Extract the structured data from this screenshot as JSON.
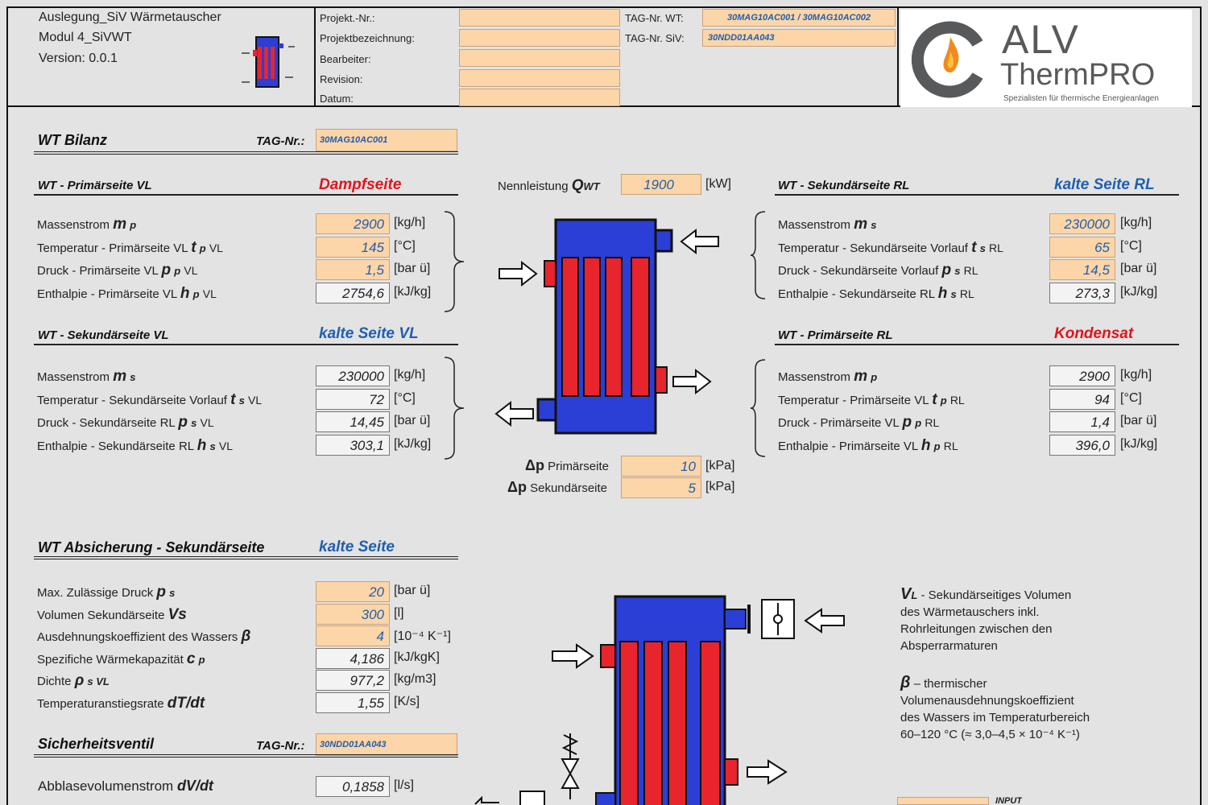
{
  "header": {
    "title_lines": [
      "Auslegung_SiV Wärmetauscher",
      "Modul 4_SiVWT",
      "Version: 0.0.1"
    ],
    "project_labels": [
      "Projekt.-Nr.:",
      "Projektbezeichnung:",
      "Bearbeiter:",
      "Revision:",
      "Datum:"
    ],
    "project_values": [
      "",
      "",
      "",
      "",
      ""
    ],
    "tag_wt_label": "TAG-Nr. WT:",
    "tag_wt_value": "30MAG10AC001 / 30MAG10AC002",
    "tag_siv_label": "TAG-Nr. SiV:",
    "tag_siv_value": "30NDD01AA043",
    "logo_line1": "ALV",
    "logo_line2": "ThermPRO",
    "logo_tagline": "Spezialisten für thermische Energieanlagen"
  },
  "wt_bilanz": {
    "title": "WT Bilanz",
    "tag_label": "TAG-Nr.:",
    "tag_value": "30MAG10AC001",
    "nennleistung": {
      "label": "Nennleistung",
      "symbol": "Q",
      "sub": "WT",
      "value": "1900",
      "unit": "[kW]"
    },
    "dp_primaer": {
      "symbol": "Δp",
      "label": "Primärseite",
      "value": "10",
      "unit": "[kPa]"
    },
    "dp_sekundaer": {
      "symbol": "Δp",
      "label": "Sekundärseite",
      "value": "5",
      "unit": "[kPa]"
    },
    "primaer_vl": {
      "title": "WT - Primärseite VL",
      "side": "Dampfseite",
      "rows": [
        {
          "label": "Massenstrom",
          "symbol": "m",
          "sub": "p",
          "value": "2900",
          "unit": "[kg/h]",
          "kind": "in"
        },
        {
          "label": "Temperatur - Primärseite VL",
          "symbol": "t",
          "sub": "p",
          "sub2": "VL",
          "value": "145",
          "unit": "[°C]",
          "kind": "in"
        },
        {
          "label": "Druck - Primärseite VL",
          "symbol": "p",
          "sub": "p",
          "sub2": "VL",
          "value": "1,5",
          "unit": "[bar ü]",
          "kind": "in"
        },
        {
          "label": "Enthalpie - Primärseite VL",
          "symbol": "h",
          "sub": "p",
          "sub2": "VL",
          "value": "2754,6",
          "unit": "[kJ/kg]",
          "kind": "out"
        }
      ]
    },
    "sekundaer_vl": {
      "title": "WT - Sekundärseite VL",
      "side": "kalte Seite VL",
      "rows": [
        {
          "label": "Massenstrom",
          "symbol": "m",
          "sub": "s",
          "value": "230000",
          "unit": "[kg/h]",
          "kind": "out"
        },
        {
          "label": "Temperatur - Sekundärseite Vorlauf",
          "symbol": "t",
          "sub": "s",
          "sub2": "VL",
          "value": "72",
          "unit": "[°C]",
          "kind": "out"
        },
        {
          "label": "Druck - Sekundärseite RL",
          "symbol": "p",
          "sub": "s",
          "sub2": "VL",
          "value": "14,45",
          "unit": "[bar ü]",
          "kind": "out"
        },
        {
          "label": "Enthalpie - Sekundärseite RL",
          "symbol": "h",
          "sub": "s",
          "sub2": "VL",
          "value": "303,1",
          "unit": "[kJ/kg]",
          "kind": "out"
        }
      ]
    },
    "sekundaer_rl": {
      "title": "WT -  Sekundärseite RL",
      "side": "kalte Seite RL",
      "rows": [
        {
          "label": "Massenstrom",
          "symbol": "m",
          "sub": "s",
          "value": "230000",
          "unit": "[kg/h]",
          "kind": "in"
        },
        {
          "label": "Temperatur - Sekundärseite Vorlauf",
          "symbol": "t",
          "sub": "s",
          "sub2": "RL",
          "value": "65",
          "unit": "[°C]",
          "kind": "in"
        },
        {
          "label": "Druck - Sekundärseite Vorlauf",
          "symbol": "p",
          "sub": "s",
          "sub2": "RL",
          "value": "14,5",
          "unit": "[bar ü]",
          "kind": "in"
        },
        {
          "label": "Enthalpie - Sekundärseite RL",
          "symbol": "h",
          "sub": "s",
          "sub2": "RL",
          "value": "273,3",
          "unit": "[kJ/kg]",
          "kind": "out"
        }
      ]
    },
    "primaer_rl": {
      "title": "WT - Primärseite RL",
      "side": "Kondensat",
      "rows": [
        {
          "label": "Massenstrom",
          "symbol": "m",
          "sub": "p",
          "value": "2900",
          "unit": "[kg/h]",
          "kind": "out"
        },
        {
          "label": "Temperatur - Primärseite VL",
          "symbol": "t",
          "sub": "p",
          "sub2": "RL",
          "value": "94",
          "unit": "[°C]",
          "kind": "out"
        },
        {
          "label": "Druck - Primärseite VL",
          "symbol": "p",
          "sub": "p",
          "sub2": "RL",
          "value": "1,4",
          "unit": "[bar ü]",
          "kind": "out"
        },
        {
          "label": "Enthalpie - Primärseite VL",
          "symbol": "h",
          "sub": "p",
          "sub2": "RL",
          "value": "396,0",
          "unit": "[kJ/kg]",
          "kind": "out"
        }
      ]
    }
  },
  "absicherung": {
    "title": "WT Absicherung - Sekundärseite",
    "side": "kalte Seite",
    "rows": [
      {
        "label": "Max. Zulässige Druck",
        "symbol": "p",
        "sub": "s",
        "value": "20",
        "unit": "[bar ü]",
        "kind": "in"
      },
      {
        "label": "Volumen Sekundärseite",
        "symbol": "Vs",
        "sub": "",
        "value": "300",
        "unit": "[l]",
        "kind": "in"
      },
      {
        "label": "Ausdehnungskoeffizient des Wassers",
        "symbol": "β",
        "sub": "",
        "value": "4",
        "unit": "[10⁻⁴ K⁻¹]",
        "kind": "in"
      },
      {
        "label": "Spezifiche Wärmekapazität",
        "symbol": "c",
        "sub": "p",
        "value": "4,186",
        "unit": "[kJ/kgK]",
        "kind": "out"
      },
      {
        "label": "Dichte",
        "symbol": "ρ",
        "sub": "s VL",
        "value": "977,2",
        "unit": "[kg/m3]",
        "kind": "out"
      },
      {
        "label": "Temperaturanstiegsrate",
        "symbol": "dT/dt",
        "sub": "",
        "value": "1,55",
        "unit": "[K/s]",
        "kind": "out"
      }
    ],
    "notes": {
      "vl_symbol": "V",
      "vl_sub": "L",
      "vl_lines": [
        " - Sekundärseitiges Volumen",
        "des Wärmetauschers inkl.",
        "Rohrleitungen zwischen den",
        "Absperrarmaturen"
      ],
      "beta_symbol": "β",
      "beta_lines": [
        " – thermischer",
        "Volumenausdehnungskoeffizient",
        "des Wassers im Temperaturbereich",
        "60–120 °C (≈ 3,0–4,5 × 10⁻⁴ K⁻¹)"
      ]
    },
    "legend_input": "INPUT"
  },
  "sicherheitsventil": {
    "title": "Sicherheitsventil",
    "tag_label": "TAG-Nr.:",
    "tag_value": "30NDD01AA043",
    "abblase": {
      "label": "Abblasevolumenstrom",
      "symbol": "dV/dt",
      "value": "0,1858",
      "unit": "[l/s]"
    }
  },
  "colors": {
    "input": "#fcd5a8",
    "value_blue": "#1f5fb0",
    "red": "#e0141c",
    "hx_blue": "#2b3fd6",
    "hx_red": "#e8242c"
  }
}
